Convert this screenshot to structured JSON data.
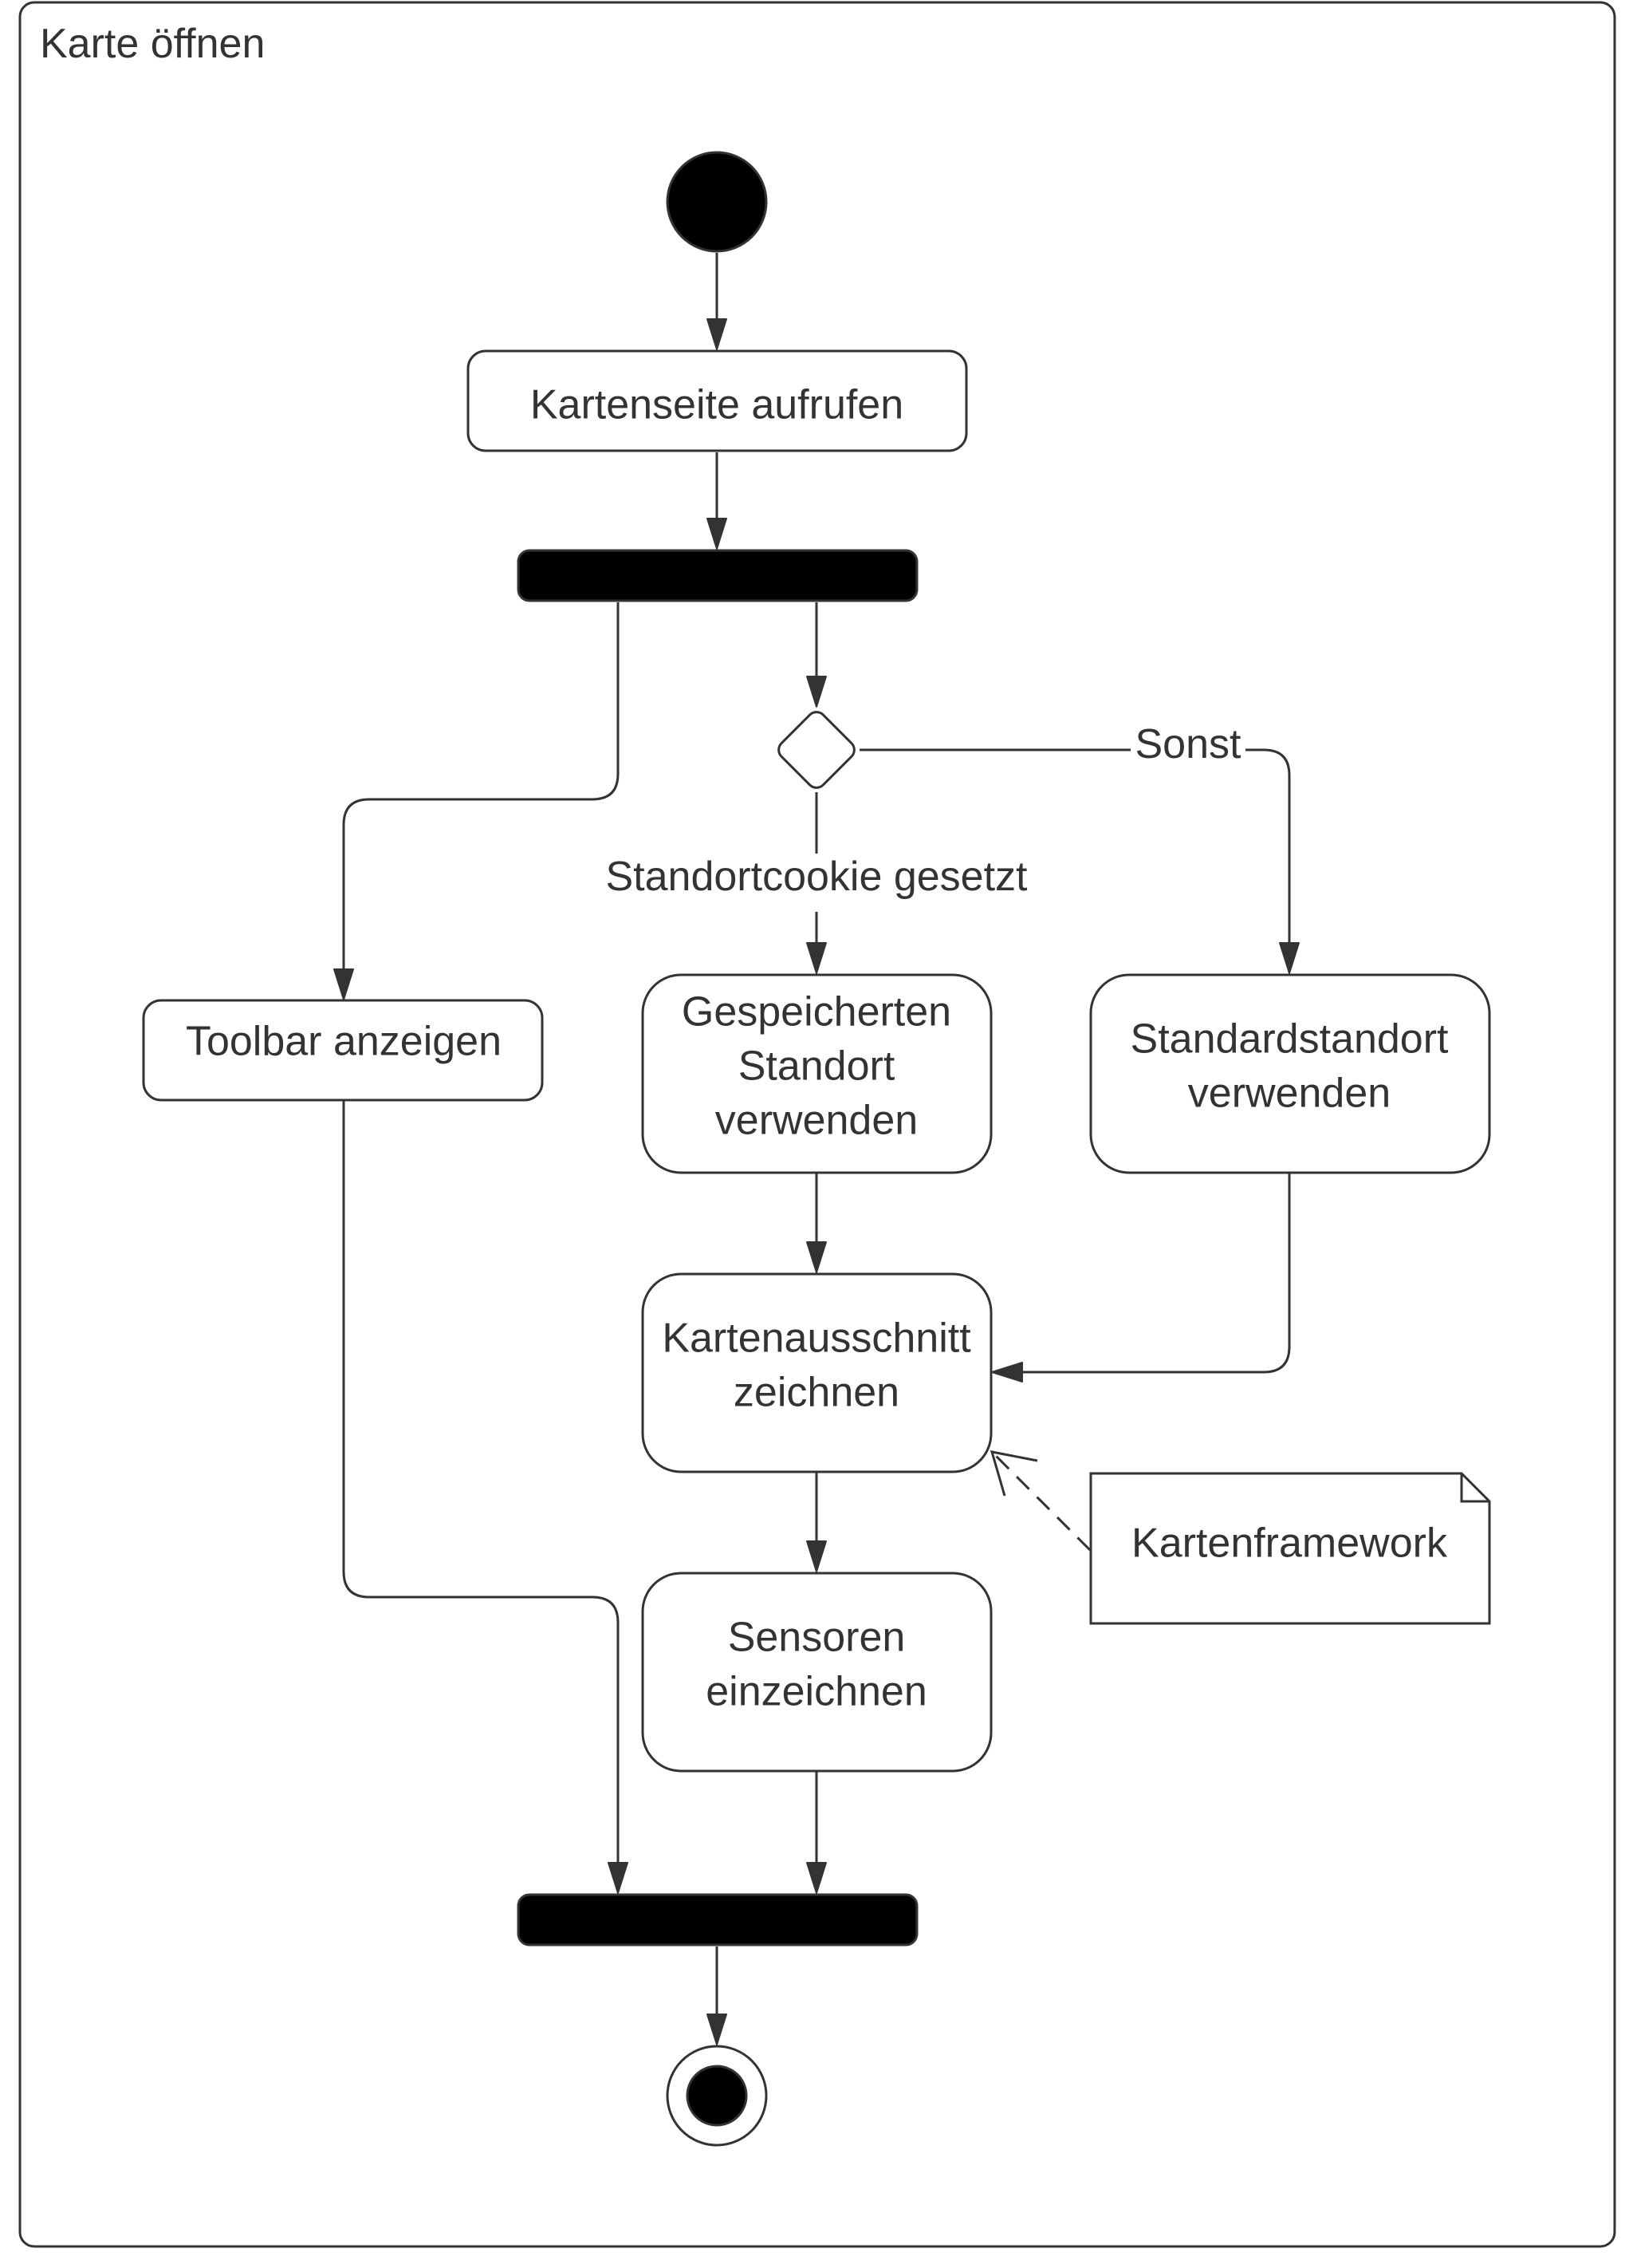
{
  "frame": {
    "title": "Karte öffnen"
  },
  "nodes": {
    "kartenseite": "Kartenseite aufrufen",
    "toolbar": "Toolbar anzeigen",
    "gespeichert": [
      "Gespeicherten",
      "Standort",
      "verwenden"
    ],
    "standard": [
      "Standardstandort",
      "verwenden"
    ],
    "ausschnitt": [
      "Kartenausschnitt",
      "zeichnen"
    ],
    "sensoren": [
      "Sensoren",
      "einzeichnen"
    ],
    "note": "Kartenframework"
  },
  "edges": {
    "sonst": "Sonst",
    "cookie": "Standortcookie gesetzt"
  }
}
